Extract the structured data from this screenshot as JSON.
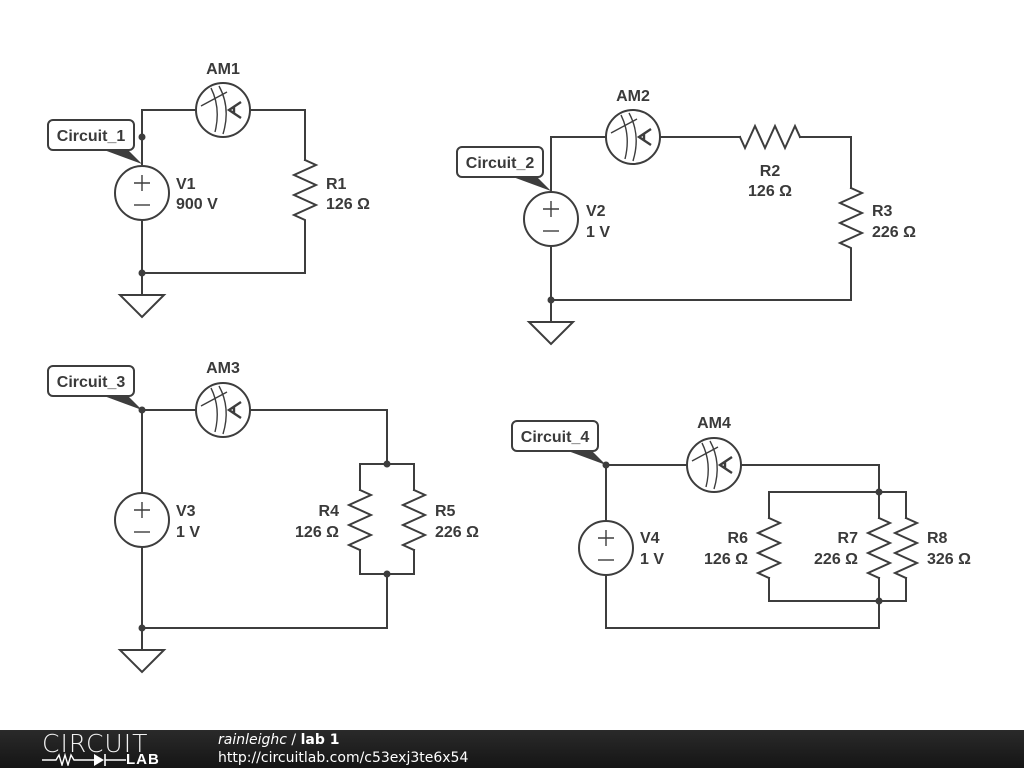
{
  "circuits": [
    {
      "name": "Circuit_1",
      "source": {
        "id": "V1",
        "value": "900 V"
      },
      "ammeter": "AM1",
      "resistors": [
        {
          "id": "R1",
          "value": "126 Ω"
        }
      ],
      "topology": "series"
    },
    {
      "name": "Circuit_2",
      "source": {
        "id": "V2",
        "value": "1 V"
      },
      "ammeter": "AM2",
      "resistors": [
        {
          "id": "R2",
          "value": "126 Ω"
        },
        {
          "id": "R3",
          "value": "226 Ω"
        }
      ],
      "topology": "series"
    },
    {
      "name": "Circuit_3",
      "source": {
        "id": "V3",
        "value": "1 V"
      },
      "ammeter": "AM3",
      "resistors": [
        {
          "id": "R4",
          "value": "126 Ω"
        },
        {
          "id": "R5",
          "value": "226 Ω"
        }
      ],
      "topology": "parallel"
    },
    {
      "name": "Circuit_4",
      "source": {
        "id": "V4",
        "value": "1 V"
      },
      "ammeter": "AM4",
      "resistors": [
        {
          "id": "R6",
          "value": "126 Ω"
        },
        {
          "id": "R7",
          "value": "226 Ω"
        },
        {
          "id": "R8",
          "value": "326 Ω"
        }
      ],
      "topology": "parallel"
    }
  ],
  "footer": {
    "logo_top": "CIRCUIT",
    "logo_bottom": "LAB",
    "user": "rainleighc",
    "separator": " / ",
    "title": "lab 1",
    "url": "http://circuitlab.com/c53exj3te6x54"
  },
  "colors": {
    "wire": "#3d3d3d",
    "footer_bg": "#1c1c1c",
    "label": "#3a3a3a"
  }
}
